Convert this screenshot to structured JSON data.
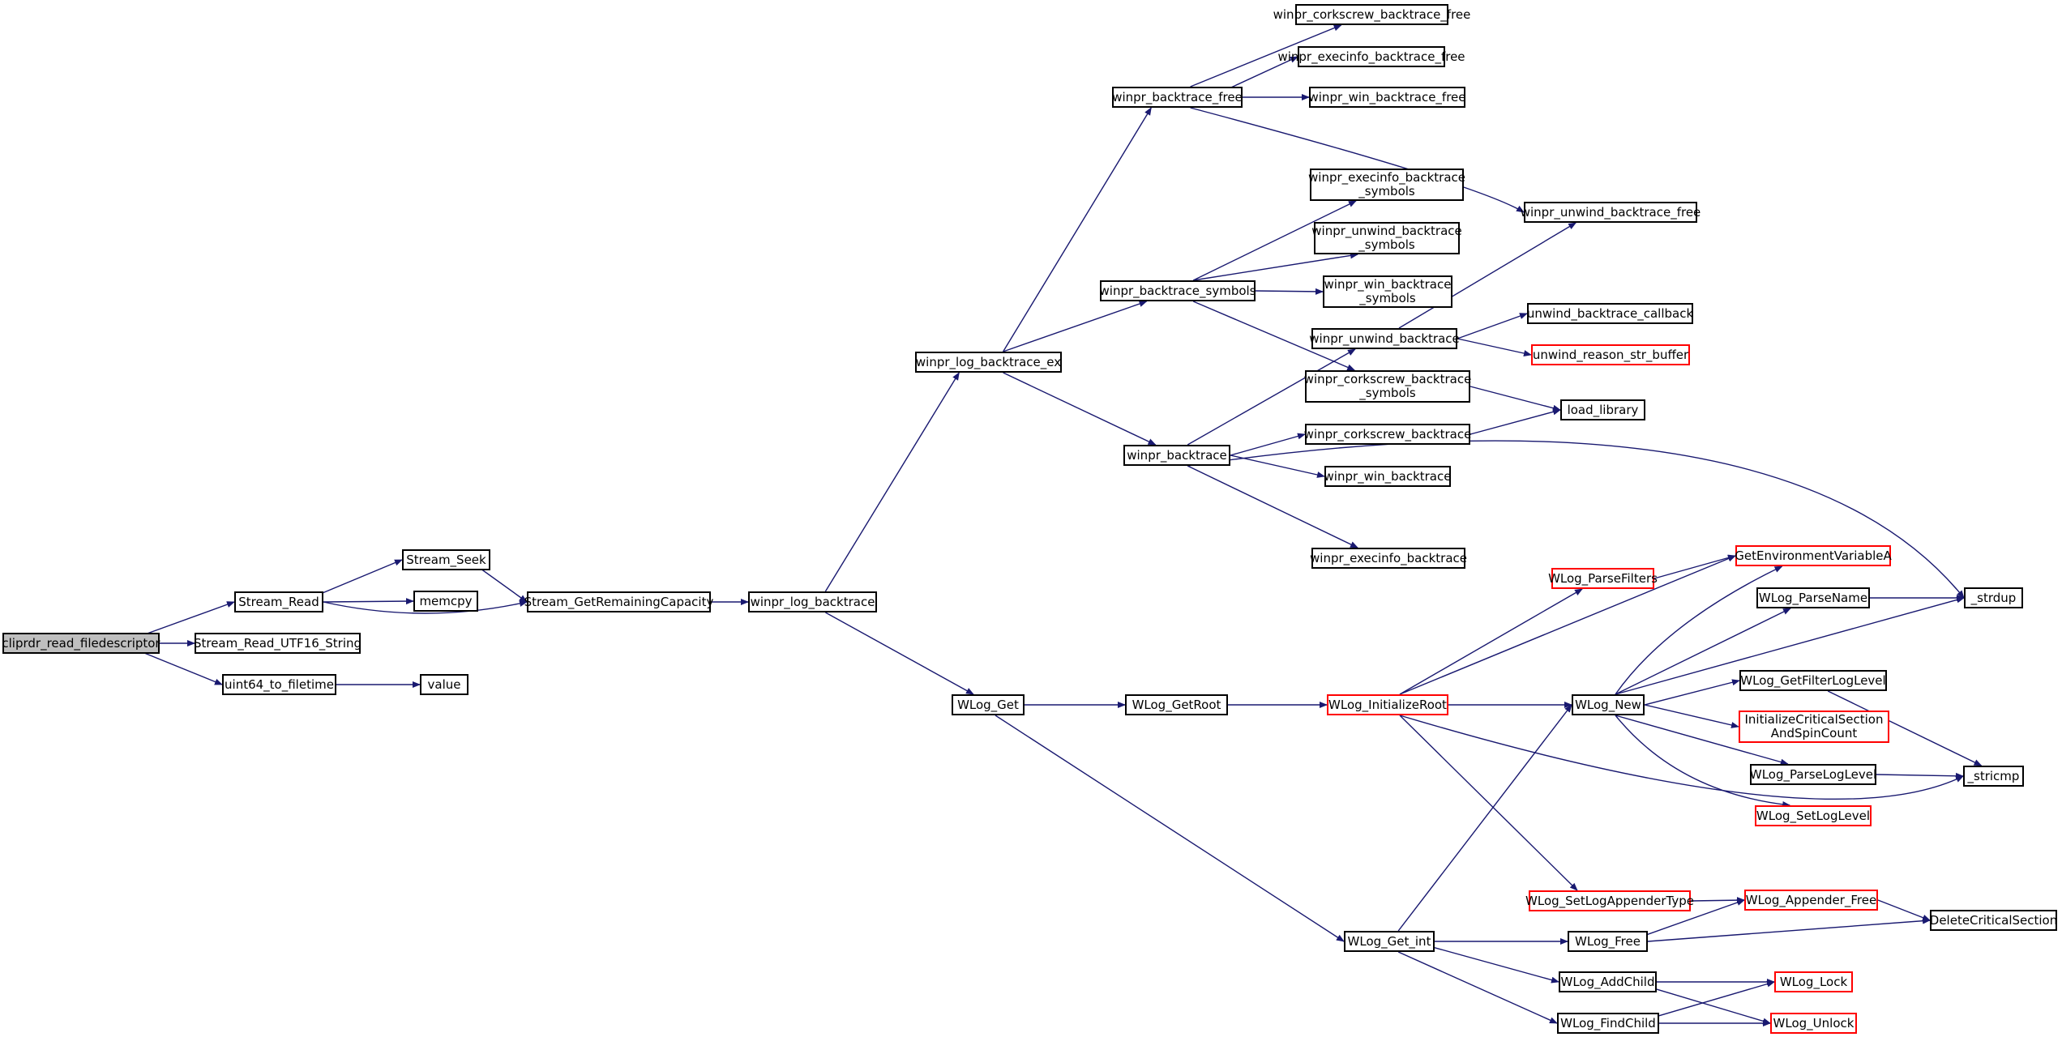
{
  "colors": {
    "edge": "#191970",
    "border": "#000000",
    "incomplete_border": "#ff0000",
    "root_fill": "#bfbfbf"
  },
  "nodes": {
    "cliprdr_read_filedescriptor": {
      "label": "cliprdr_read_filedescriptor",
      "truncated": false,
      "root": true
    },
    "Stream_Read": {
      "label": "Stream_Read",
      "truncated": false
    },
    "Stream_Read_UTF16_String": {
      "label": "Stream_Read_UTF16_String",
      "truncated": false
    },
    "uint64_to_filetime": {
      "label": "uint64_to_filetime",
      "truncated": false
    },
    "Stream_Seek": {
      "label": "Stream_Seek",
      "truncated": false
    },
    "memcpy": {
      "label": "memcpy",
      "truncated": false
    },
    "Stream_GetRemainingCapacity": {
      "label": "Stream_GetRemainingCapacity",
      "truncated": false
    },
    "value": {
      "label": "value",
      "truncated": false
    },
    "winpr_log_backtrace": {
      "label": "winpr_log_backtrace",
      "truncated": false
    },
    "winpr_log_backtrace_ex": {
      "label": "winpr_log_backtrace_ex",
      "truncated": false
    },
    "WLog_Get": {
      "label": "WLog_Get",
      "truncated": false
    },
    "winpr_backtrace_free": {
      "label": "winpr_backtrace_free",
      "truncated": false
    },
    "winpr_backtrace_symbols": {
      "label": "winpr_backtrace_symbols",
      "truncated": false
    },
    "winpr_backtrace": {
      "label": "winpr_backtrace",
      "truncated": false
    },
    "WLog_GetRoot": {
      "label": "WLog_GetRoot",
      "truncated": false
    },
    "WLog_Get_int": {
      "label": "WLog_Get_int",
      "truncated": false
    },
    "winpr_corkscrew_backtrace_free": {
      "label": "winpr_corkscrew_backtrace_free",
      "truncated": false
    },
    "winpr_execinfo_backtrace_free": {
      "label": "winpr_execinfo_backtrace_free",
      "truncated": false
    },
    "winpr_win_backtrace_free": {
      "label": "winpr_win_backtrace_free",
      "truncated": false
    },
    "winpr_execinfo_backtrace_symbols": {
      "label": "winpr_execinfo_backtrace\n_symbols",
      "truncated": false
    },
    "winpr_unwind_backtrace_symbols": {
      "label": "winpr_unwind_backtrace\n_symbols",
      "truncated": false
    },
    "winpr_win_backtrace_symbols": {
      "label": "winpr_win_backtrace\n_symbols",
      "truncated": false
    },
    "winpr_unwind_backtrace": {
      "label": "winpr_unwind_backtrace",
      "truncated": false
    },
    "winpr_corkscrew_backtrace_symbols": {
      "label": "winpr_corkscrew_backtrace\n_symbols",
      "truncated": false
    },
    "winpr_corkscrew_backtrace": {
      "label": "winpr_corkscrew_backtrace",
      "truncated": false
    },
    "winpr_win_backtrace": {
      "label": "winpr_win_backtrace",
      "truncated": false
    },
    "winpr_execinfo_backtrace": {
      "label": "winpr_execinfo_backtrace",
      "truncated": false
    },
    "WLog_InitializeRoot": {
      "label": "WLog_InitializeRoot",
      "truncated": true
    },
    "WLog_New": {
      "label": "WLog_New",
      "truncated": false
    },
    "WLog_Free": {
      "label": "WLog_Free",
      "truncated": false
    },
    "WLog_AddChild": {
      "label": "WLog_AddChild",
      "truncated": false
    },
    "WLog_FindChild": {
      "label": "WLog_FindChild",
      "truncated": false
    },
    "winpr_unwind_backtrace_free": {
      "label": "winpr_unwind_backtrace_free",
      "truncated": false
    },
    "unwind_backtrace_callback": {
      "label": "unwind_backtrace_callback",
      "truncated": false
    },
    "unwind_reason_str_buffer": {
      "label": "unwind_reason_str_buffer",
      "truncated": true
    },
    "load_library": {
      "label": "load_library",
      "truncated": false
    },
    "WLog_ParseFilters": {
      "label": "WLog_ParseFilters",
      "truncated": true
    },
    "WLog_SetLogAppenderType": {
      "label": "WLog_SetLogAppenderType",
      "truncated": true
    },
    "GetEnvironmentVariableA": {
      "label": "GetEnvironmentVariableA",
      "truncated": true
    },
    "WLog_ParseName": {
      "label": "WLog_ParseName",
      "truncated": false
    },
    "WLog_GetFilterLogLevel": {
      "label": "WLog_GetFilterLogLevel",
      "truncated": false
    },
    "InitializeCriticalSectionAndSpinCount": {
      "label": "InitializeCriticalSection\nAndSpinCount",
      "truncated": true
    },
    "WLog_ParseLogLevel": {
      "label": "WLog_ParseLogLevel",
      "truncated": false
    },
    "WLog_SetLogLevel": {
      "label": "WLog_SetLogLevel",
      "truncated": true
    },
    "WLog_Appender_Free": {
      "label": "WLog_Appender_Free",
      "truncated": true
    },
    "WLog_Lock": {
      "label": "WLog_Lock",
      "truncated": true
    },
    "WLog_Unlock": {
      "label": "WLog_Unlock",
      "truncated": true
    },
    "_strdup": {
      "label": "_strdup",
      "truncated": false
    },
    "_stricmp": {
      "label": "_stricmp",
      "truncated": false
    },
    "DeleteCriticalSection": {
      "label": "DeleteCriticalSection",
      "truncated": false
    }
  },
  "edges": [
    [
      "cliprdr_read_filedescriptor",
      "Stream_Read"
    ],
    [
      "cliprdr_read_filedescriptor",
      "Stream_Read_UTF16_String"
    ],
    [
      "cliprdr_read_filedescriptor",
      "uint64_to_filetime"
    ],
    [
      "Stream_Read",
      "Stream_Seek"
    ],
    [
      "Stream_Read",
      "memcpy"
    ],
    [
      "Stream_Read",
      "Stream_GetRemainingCapacity"
    ],
    [
      "Stream_Seek",
      "Stream_GetRemainingCapacity"
    ],
    [
      "uint64_to_filetime",
      "value"
    ],
    [
      "Stream_GetRemainingCapacity",
      "winpr_log_backtrace"
    ],
    [
      "winpr_log_backtrace",
      "winpr_log_backtrace_ex"
    ],
    [
      "winpr_log_backtrace",
      "WLog_Get"
    ],
    [
      "winpr_log_backtrace_ex",
      "winpr_backtrace_free"
    ],
    [
      "winpr_log_backtrace_ex",
      "winpr_backtrace_symbols"
    ],
    [
      "winpr_log_backtrace_ex",
      "winpr_backtrace"
    ],
    [
      "winpr_backtrace_free",
      "winpr_corkscrew_backtrace_free"
    ],
    [
      "winpr_backtrace_free",
      "winpr_execinfo_backtrace_free"
    ],
    [
      "winpr_backtrace_free",
      "winpr_win_backtrace_free"
    ],
    [
      "winpr_backtrace_free",
      "winpr_unwind_backtrace_free"
    ],
    [
      "winpr_backtrace_symbols",
      "winpr_execinfo_backtrace_symbols"
    ],
    [
      "winpr_backtrace_symbols",
      "winpr_unwind_backtrace_symbols"
    ],
    [
      "winpr_backtrace_symbols",
      "winpr_win_backtrace_symbols"
    ],
    [
      "winpr_backtrace_symbols",
      "winpr_corkscrew_backtrace_symbols"
    ],
    [
      "winpr_backtrace",
      "winpr_unwind_backtrace"
    ],
    [
      "winpr_backtrace",
      "winpr_corkscrew_backtrace"
    ],
    [
      "winpr_backtrace",
      "winpr_win_backtrace"
    ],
    [
      "winpr_backtrace",
      "winpr_execinfo_backtrace"
    ],
    [
      "winpr_backtrace",
      "_strdup"
    ],
    [
      "winpr_unwind_backtrace",
      "winpr_unwind_backtrace_free"
    ],
    [
      "winpr_unwind_backtrace",
      "unwind_backtrace_callback"
    ],
    [
      "winpr_unwind_backtrace",
      "unwind_reason_str_buffer"
    ],
    [
      "winpr_corkscrew_backtrace_symbols",
      "load_library"
    ],
    [
      "winpr_corkscrew_backtrace",
      "load_library"
    ],
    [
      "WLog_Get",
      "WLog_GetRoot"
    ],
    [
      "WLog_Get",
      "WLog_Get_int"
    ],
    [
      "WLog_GetRoot",
      "WLog_InitializeRoot"
    ],
    [
      "WLog_InitializeRoot",
      "WLog_ParseFilters"
    ],
    [
      "WLog_InitializeRoot",
      "GetEnvironmentVariableA"
    ],
    [
      "WLog_InitializeRoot",
      "WLog_New"
    ],
    [
      "WLog_InitializeRoot",
      "WLog_SetLogAppenderType"
    ],
    [
      "WLog_InitializeRoot",
      "_stricmp"
    ],
    [
      "WLog_ParseFilters",
      "GetEnvironmentVariableA"
    ],
    [
      "WLog_New",
      "GetEnvironmentVariableA"
    ],
    [
      "WLog_New",
      "WLog_ParseName"
    ],
    [
      "WLog_New",
      "_strdup"
    ],
    [
      "WLog_New",
      "WLog_GetFilterLogLevel"
    ],
    [
      "WLog_New",
      "InitializeCriticalSectionAndSpinCount"
    ],
    [
      "WLog_New",
      "WLog_ParseLogLevel"
    ],
    [
      "WLog_New",
      "WLog_SetLogLevel"
    ],
    [
      "WLog_ParseName",
      "_strdup"
    ],
    [
      "WLog_GetFilterLogLevel",
      "_stricmp"
    ],
    [
      "WLog_ParseLogLevel",
      "_stricmp"
    ],
    [
      "WLog_SetLogAppenderType",
      "WLog_Appender_Free"
    ],
    [
      "WLog_Appender_Free",
      "DeleteCriticalSection"
    ],
    [
      "WLog_Get_int",
      "WLog_New"
    ],
    [
      "WLog_Get_int",
      "WLog_Free"
    ],
    [
      "WLog_Get_int",
      "WLog_AddChild"
    ],
    [
      "WLog_Get_int",
      "WLog_FindChild"
    ],
    [
      "WLog_Free",
      "WLog_Appender_Free"
    ],
    [
      "WLog_Free",
      "DeleteCriticalSection"
    ],
    [
      "WLog_AddChild",
      "WLog_Lock"
    ],
    [
      "WLog_AddChild",
      "WLog_Unlock"
    ],
    [
      "WLog_FindChild",
      "WLog_Lock"
    ],
    [
      "WLog_FindChild",
      "WLog_Unlock"
    ]
  ]
}
